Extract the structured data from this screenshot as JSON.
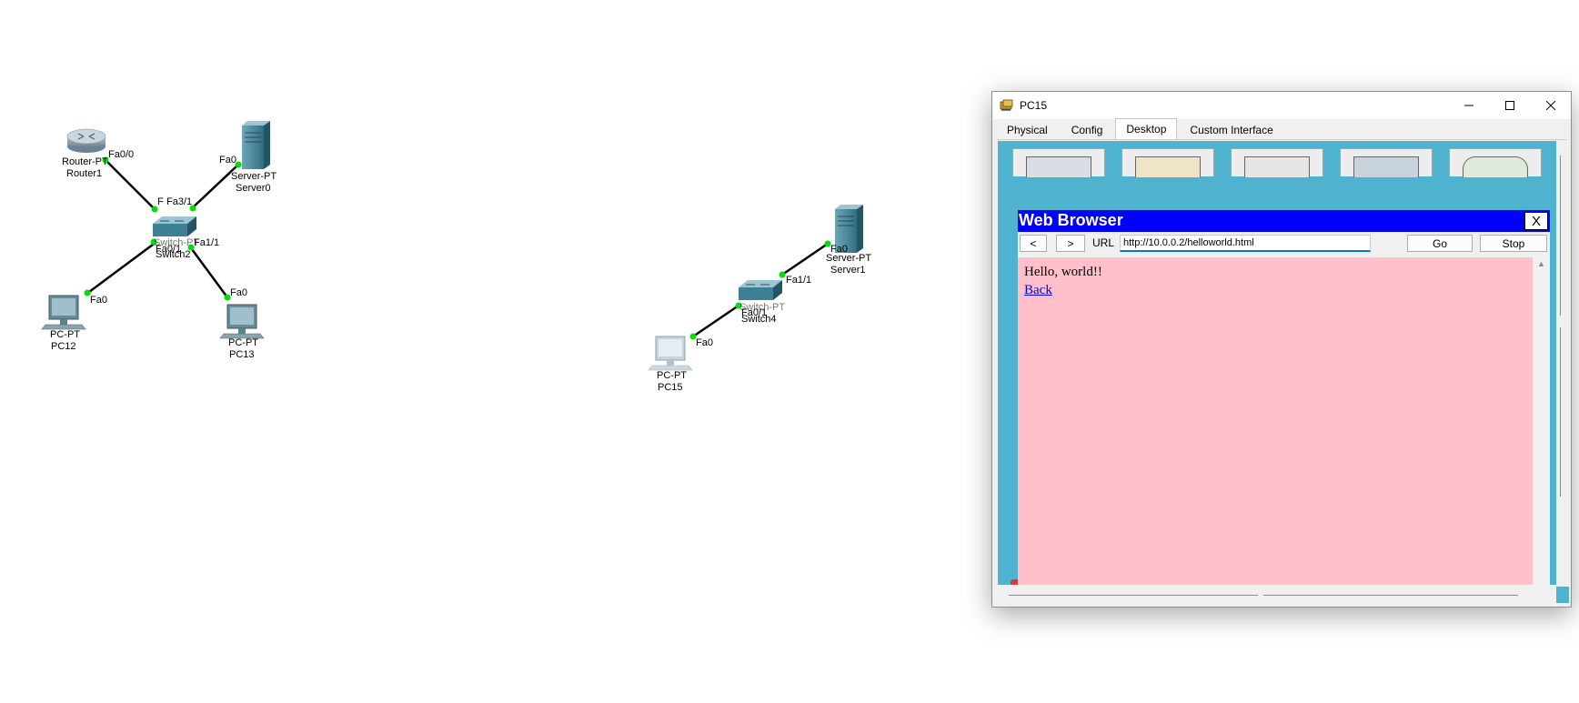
{
  "network": {
    "devices": {
      "router1": {
        "type": "Router-PT",
        "name": "Router1",
        "type_display": "Router-PT"
      },
      "server0": {
        "type": "Server-PT",
        "name": "Server0"
      },
      "switch2": {
        "type": "Switch-PT",
        "name": "Switch2"
      },
      "pc12": {
        "type": "PC-PT",
        "name": "PC12"
      },
      "pc13": {
        "type": "PC-PT",
        "name": "PC13"
      },
      "server1": {
        "type": "Server-PT",
        "name": "Server1"
      },
      "switch4": {
        "type": "Switch-PT",
        "name": "Switch4"
      },
      "pc15": {
        "type": "PC-PT",
        "name": "PC15"
      }
    },
    "ports": {
      "router1_fa00": "Fa0/0",
      "switch2_fa31": "Fa3/1",
      "switch2_f": "F",
      "server0_fa0": "Fa0",
      "switch2_fa01": "Fa0/1",
      "switch2_fa11": "Fa1/1",
      "pc12_fa0": "Fa0",
      "pc13_fa0": "Fa0",
      "server1_fa0": "Fa0",
      "switch4_fa11": "Fa1/1",
      "switch4_fa01": "Fa0/1",
      "pc15_fa0": "Fa0"
    }
  },
  "window": {
    "title": "PC15",
    "tabs": [
      "Physical",
      "Config",
      "Desktop",
      "Custom Interface"
    ],
    "active_tab": "Desktop"
  },
  "browser": {
    "title": "Web Browser",
    "close_label": "X",
    "back_label": "<",
    "forward_label": ">",
    "url_label": "URL",
    "url_value": "http://10.0.0.2/helloworld.html",
    "go_label": "Go",
    "stop_label": "Stop",
    "page": {
      "text": "Hello, world!!",
      "link": "Back",
      "background": "#ffc0cb"
    }
  },
  "colors": {
    "link_up": "#00e000",
    "browser_title_bg": "#0000ff",
    "desktop_bg": "#4fb3d0"
  }
}
